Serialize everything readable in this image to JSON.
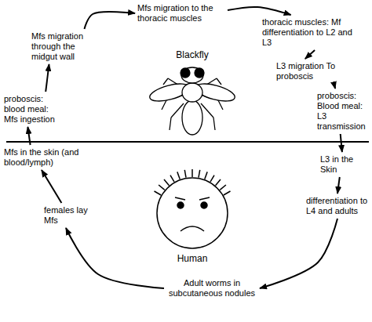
{
  "diagram": {
    "nodes": [
      {
        "text": [
          "Mfs migration to the thoracic muscles"
        ]
      },
      {
        "text": [
          "thoracic muscles: Mf differentiation to L2 and L3"
        ]
      },
      {
        "text": [
          "L3 migration To proboscis"
        ]
      },
      {
        "text": [
          "proboscis: Blood meal: L3 transmission"
        ]
      },
      {
        "text": [
          "L3 in the Skin"
        ]
      },
      {
        "text": [
          "differentiation to L4 and adults"
        ]
      },
      {
        "text": [
          "Adult worms in subcutaneous nodules"
        ]
      },
      {
        "text": [
          "females lay Mfs"
        ]
      },
      {
        "text": [
          "Mfs in the skin (and blood/lymph)"
        ]
      },
      {
        "text": [
          "proboscis: blood meal: Mfs ingestion"
        ]
      },
      {
        "text": [
          "Mfs migration through the midgut wall"
        ]
      }
    ],
    "edges": [
      {
        "from": 0,
        "to": 1,
        "arrow": "to"
      },
      {
        "from": 1,
        "to": 2,
        "arrow": "to"
      },
      {
        "from": 2,
        "to": 3,
        "arrow": "to"
      },
      {
        "from": 3,
        "to": 4,
        "arrow": "to"
      },
      {
        "from": 4,
        "to": 5,
        "arrow": "to"
      },
      {
        "from": 5,
        "to": 6,
        "arrow": "to"
      },
      {
        "from": 6,
        "to": 7,
        "arrow": "to"
      },
      {
        "from": 7,
        "to": 8,
        "arrow": "to"
      },
      {
        "from": 8,
        "to": 9,
        "arrow": "to"
      },
      {
        "from": 9,
        "to": 10,
        "arrow": "to"
      },
      {
        "from": 10,
        "to": 0,
        "arrow": "to"
      }
    ],
    "labels": [
      "Blackfly",
      "Human"
    ]
  }
}
